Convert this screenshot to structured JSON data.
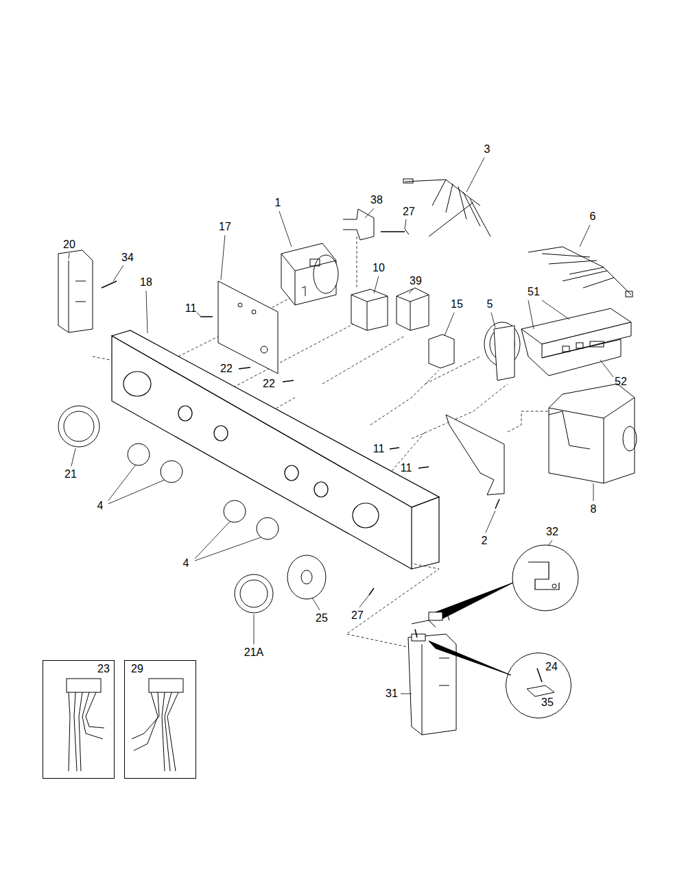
{
  "diagram": {
    "nodes": [
      {
        "text": [
          "23"
        ]
      },
      {
        "text": [
          "29"
        ]
      },
      {
        "text": [
          "24",
          "35"
        ]
      }
    ],
    "labels": [
      "3",
      "1",
      "38",
      "27",
      "6",
      "17",
      "20",
      "34",
      "18",
      "10",
      "39",
      "11",
      "15",
      "5",
      "51",
      "22",
      "22",
      "52",
      "21",
      "11",
      "11",
      "4",
      "8",
      "32",
      "2",
      "4",
      "25",
      "27",
      "21A",
      "31"
    ]
  }
}
